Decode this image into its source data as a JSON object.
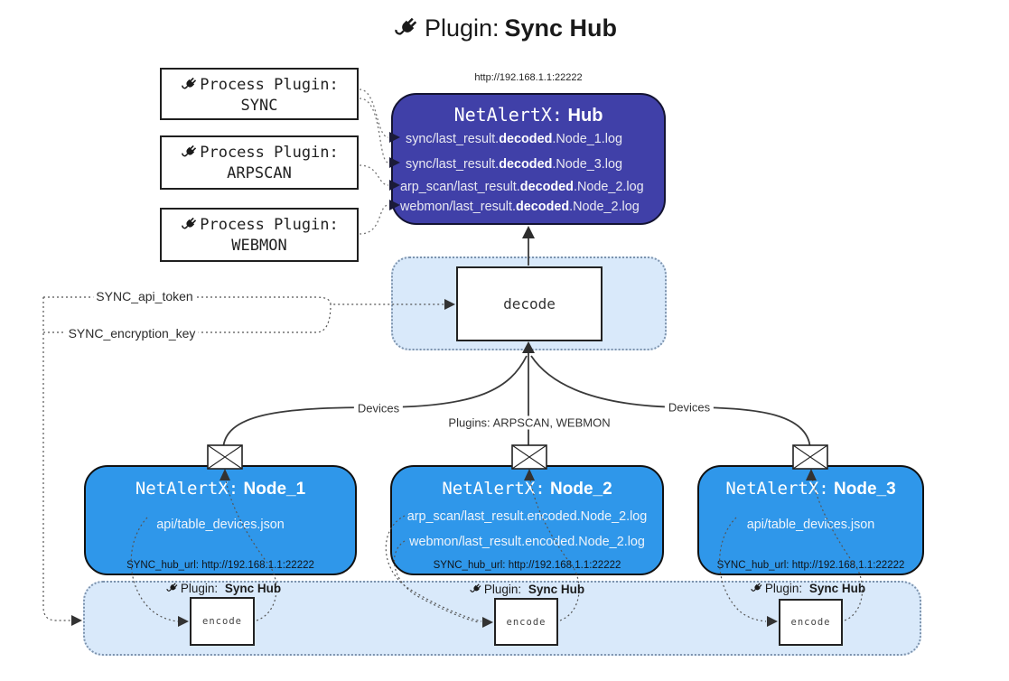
{
  "title": {
    "label": "Plugin:",
    "name": "Sync Hub"
  },
  "process_plugins": [
    {
      "label": "Process Plugin:",
      "name": "SYNC"
    },
    {
      "label": "Process Plugin:",
      "name": "ARPSCAN"
    },
    {
      "label": "Process Plugin:",
      "name": "WEBMON"
    }
  ],
  "hub": {
    "url": "http://192.168.1.1:22222",
    "title_prefix": "NetAlertX:",
    "title_name": "Hub",
    "logs": [
      {
        "pre": "sync/last_result.",
        "bold": "decoded",
        "post": ".Node_1.log"
      },
      {
        "pre": "sync/last_result.",
        "bold": "decoded",
        "post": ".Node_3.log"
      },
      {
        "pre": "arp_scan/last_result.",
        "bold": "decoded",
        "post": ".Node_2.log"
      },
      {
        "pre": "webmon/last_result.",
        "bold": "decoded",
        "post": ".Node_2.log"
      }
    ]
  },
  "decode_label": "decode",
  "encode_label": "encode",
  "settings": {
    "api_token": "SYNC_api_token",
    "encryption_key": "SYNC_encryption_key"
  },
  "edges": {
    "devices_left": "Devices",
    "plugins_middle": "Plugins: ARPSCAN, WEBMON",
    "devices_right": "Devices"
  },
  "nodes": [
    {
      "title_prefix": "NetAlertX:",
      "title_name": "Node_1",
      "files": [
        "api/table_devices.json"
      ],
      "hub_url": "SYNC_hub_url: http://192.168.1.1:22222"
    },
    {
      "title_prefix": "NetAlertX:",
      "title_name": "Node_2",
      "files": [
        "arp_scan/last_result.encoded.Node_2.log",
        "webmon/last_result.encoded.Node_2.log"
      ],
      "hub_url": "SYNC_hub_url: http://192.168.1.1:22222"
    },
    {
      "title_prefix": "NetAlertX:",
      "title_name": "Node_3",
      "files": [
        "api/table_devices.json"
      ],
      "hub_url": "SYNC_hub_url: http://192.168.1.1:22222"
    }
  ],
  "encoder_label": {
    "prefix": "Plugin:",
    "name": "Sync Hub"
  },
  "colors": {
    "hub_bg": "#4040a8",
    "node_bg": "#2f97ea",
    "panel_bg": "#d9e9fa",
    "panel_border": "#7d93ad",
    "line": "#3a3a3a",
    "dotted_line": "#555555",
    "hub_text": "#e9e9f2"
  }
}
